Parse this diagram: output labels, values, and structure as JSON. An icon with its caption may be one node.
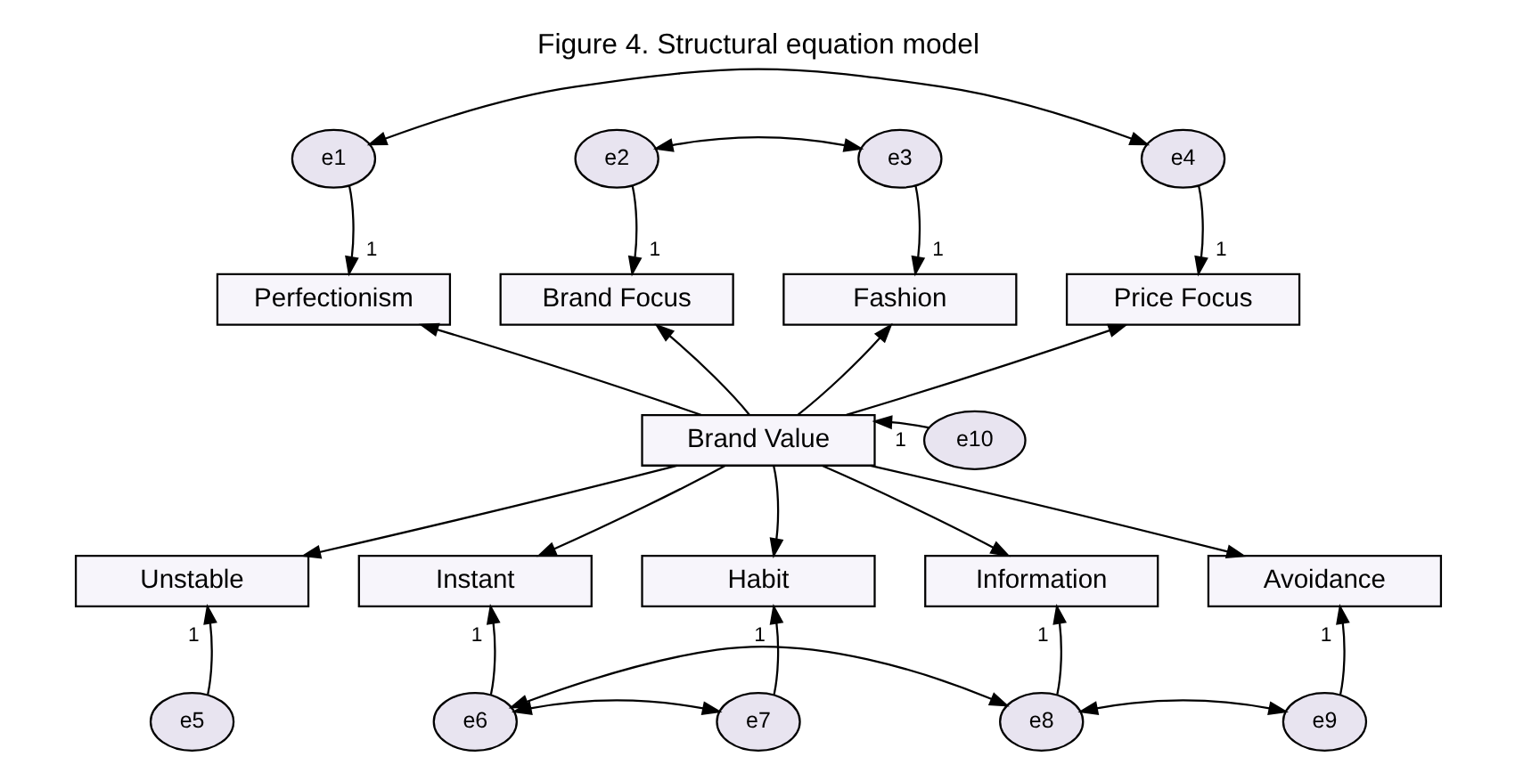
{
  "diagram": {
    "title": "Figure 4. Structural equation model",
    "nodes": [
      {
        "text": [
          "Perfectionism"
        ]
      },
      {
        "text": [
          "Brand Focus"
        ]
      },
      {
        "text": [
          "Fashion"
        ]
      },
      {
        "text": [
          "Price Focus"
        ]
      },
      {
        "text": [
          "Brand Value"
        ]
      },
      {
        "text": [
          "Unstable"
        ]
      },
      {
        "text": [
          "Instant"
        ]
      },
      {
        "text": [
          "Habit"
        ]
      },
      {
        "text": [
          "Information"
        ]
      },
      {
        "text": [
          "Avoidance"
        ]
      },
      {
        "text": [
          "e1"
        ]
      },
      {
        "text": [
          "e2"
        ]
      },
      {
        "text": [
          "e3"
        ]
      },
      {
        "text": [
          "e4"
        ]
      },
      {
        "text": [
          "e5"
        ]
      },
      {
        "text": [
          "e6"
        ]
      },
      {
        "text": [
          "e7"
        ]
      },
      {
        "text": [
          "e8"
        ]
      },
      {
        "text": [
          "e9"
        ]
      },
      {
        "text": [
          "e10"
        ]
      }
    ],
    "edges": [
      {
        "from": 10,
        "to": 13,
        "arrow": "both"
      },
      {
        "from": 11,
        "to": 12,
        "arrow": "both"
      },
      {
        "from": 10,
        "to": 0,
        "label": "1",
        "arrow": "to"
      },
      {
        "from": 11,
        "to": 1,
        "label": "1",
        "arrow": "to"
      },
      {
        "from": 12,
        "to": 2,
        "label": "1",
        "arrow": "to"
      },
      {
        "from": 13,
        "to": 3,
        "label": "1",
        "arrow": "to"
      },
      {
        "from": 4,
        "to": 0,
        "arrow": "to"
      },
      {
        "from": 4,
        "to": 1,
        "arrow": "to"
      },
      {
        "from": 4,
        "to": 2,
        "arrow": "to"
      },
      {
        "from": 4,
        "to": 3,
        "arrow": "to"
      },
      {
        "from": 19,
        "to": 4,
        "label": "1",
        "arrow": "to"
      },
      {
        "from": 4,
        "to": 5,
        "arrow": "to"
      },
      {
        "from": 4,
        "to": 6,
        "arrow": "to"
      },
      {
        "from": 4,
        "to": 7,
        "arrow": "to"
      },
      {
        "from": 4,
        "to": 8,
        "arrow": "to"
      },
      {
        "from": 4,
        "to": 9,
        "arrow": "to"
      },
      {
        "from": 14,
        "to": 5,
        "label": "1",
        "arrow": "to"
      },
      {
        "from": 15,
        "to": 6,
        "label": "1",
        "arrow": "to"
      },
      {
        "from": 16,
        "to": 7,
        "label": "1",
        "arrow": "to"
      },
      {
        "from": 17,
        "to": 8,
        "label": "1",
        "arrow": "to"
      },
      {
        "from": 18,
        "to": 9,
        "label": "1",
        "arrow": "to"
      },
      {
        "from": 15,
        "to": 16,
        "arrow": "both"
      },
      {
        "from": 15,
        "to": 17,
        "arrow": "both"
      },
      {
        "from": 17,
        "to": 18,
        "arrow": "both"
      }
    ]
  }
}
